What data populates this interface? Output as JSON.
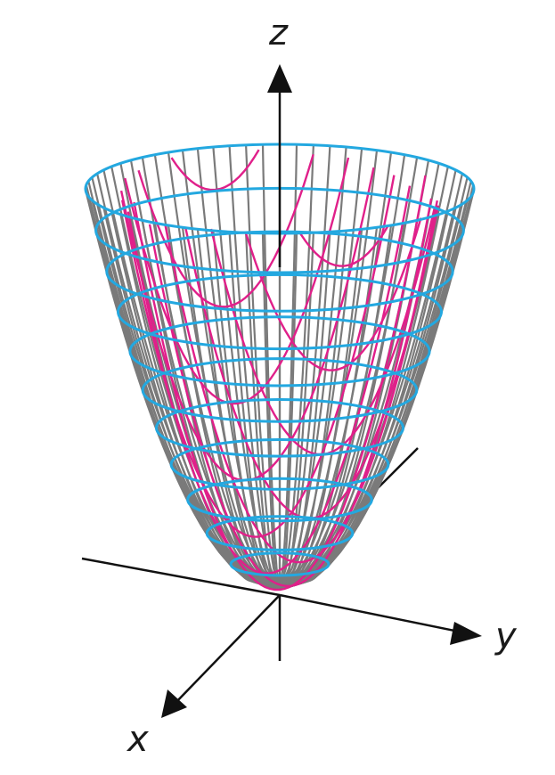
{
  "axes": {
    "z_label": "z",
    "y_label": "y",
    "x_label": "x"
  },
  "surface": {
    "type": "paraboloid",
    "equation_shape": "z = x^2 + y^2",
    "level_curve_count": 11,
    "ruling_count": 72,
    "vertical_trace_count": 13
  },
  "colors": {
    "axis": "#111111",
    "level_curves": "#23a8e0",
    "vertical_traces": "#e0208a",
    "rulings": "#7a7a7a",
    "background": "#ffffff"
  }
}
